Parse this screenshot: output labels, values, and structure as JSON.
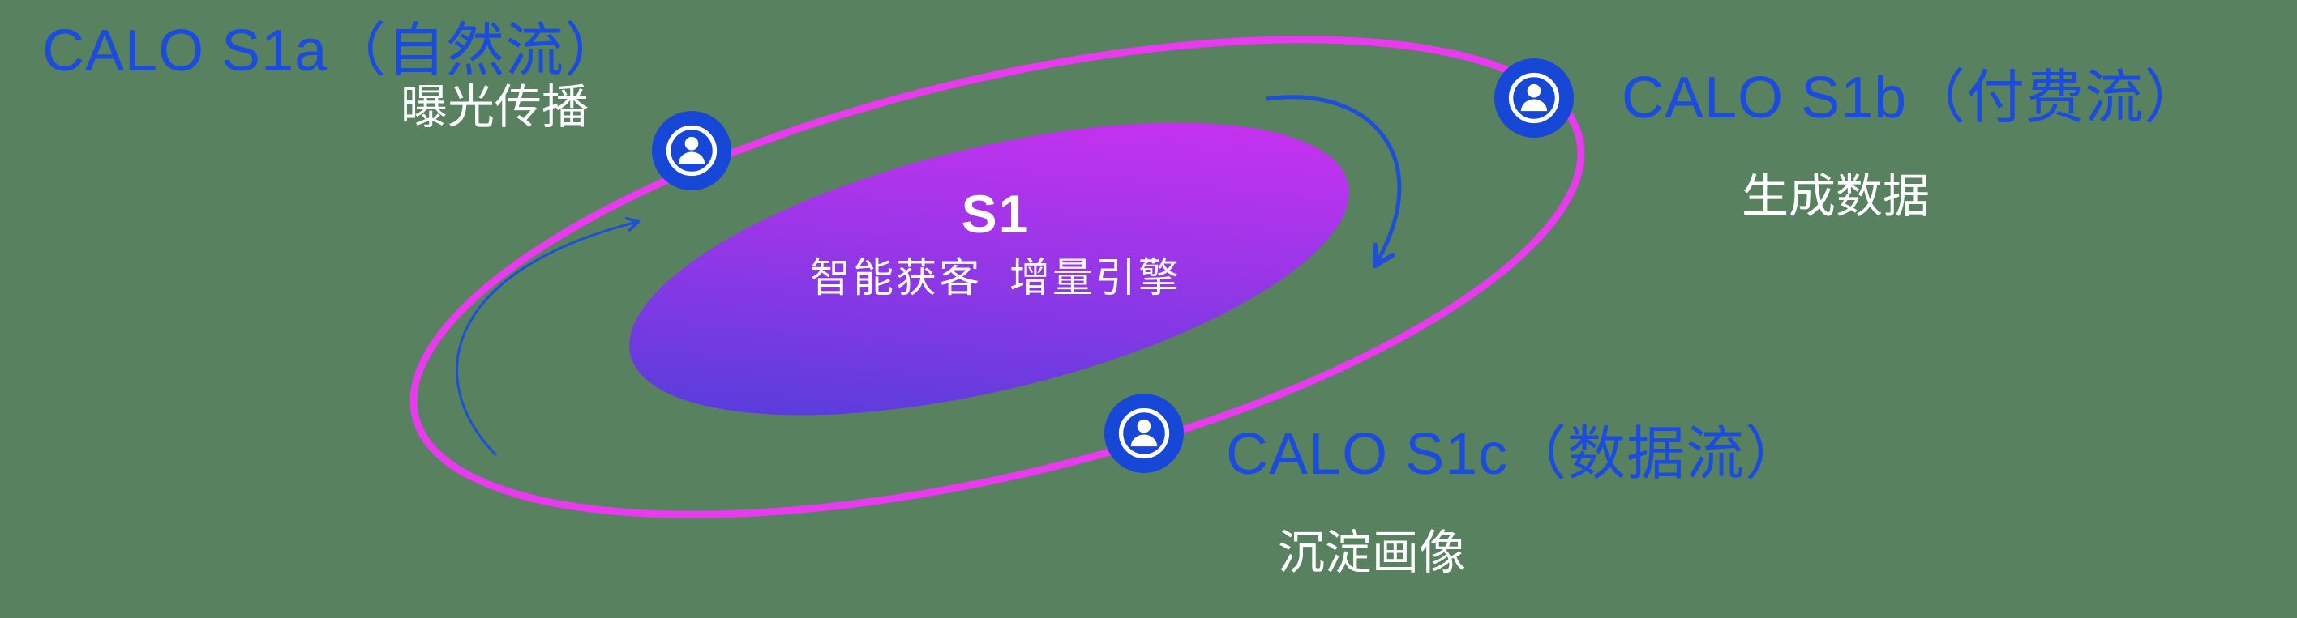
{
  "diagram": {
    "core": {
      "title": "S1",
      "subtitle": "智能获客  增量引擎"
    },
    "nodes": [
      {
        "id": "s1a",
        "label": "CALO S1a（自然流）",
        "sublabel": "曝光传播",
        "icon": "user-icon"
      },
      {
        "id": "s1b",
        "label": "CALO S1b（付费流）",
        "sublabel": "生成数据",
        "icon": "user-icon"
      },
      {
        "id": "s1c",
        "label": "CALO S1c（数据流）",
        "sublabel": "沉淀画像",
        "icon": "user-icon"
      }
    ],
    "colors": {
      "background": "#57815f",
      "label_blue": "#1b4ce0",
      "ring_magenta": "#e93af0",
      "core_gradient_start": "#443fd8",
      "core_gradient_end": "#d930f2",
      "node_blue": "#1747d6",
      "arrow_blue": "#1d50d8",
      "subtitle_white": "#ffffff"
    }
  }
}
